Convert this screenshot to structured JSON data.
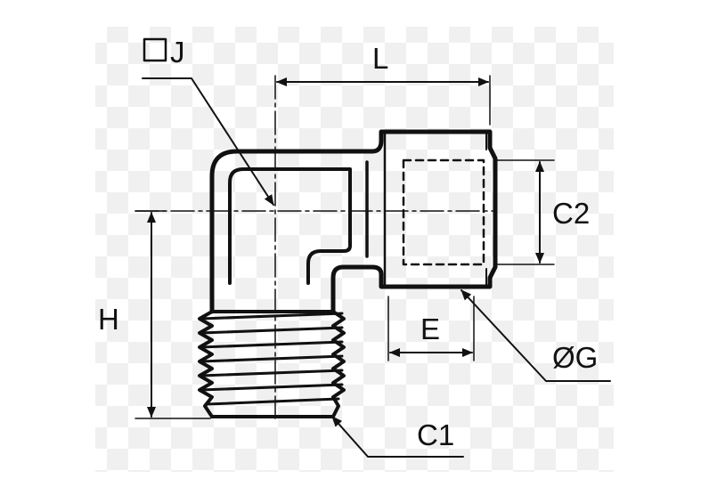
{
  "drawing": {
    "labels": {
      "square_j": "J",
      "length": "L",
      "height": "H",
      "thread_c1": "C1",
      "thread_c2": "C2",
      "engagement_e": "E",
      "diameter_g": "ØG"
    }
  }
}
